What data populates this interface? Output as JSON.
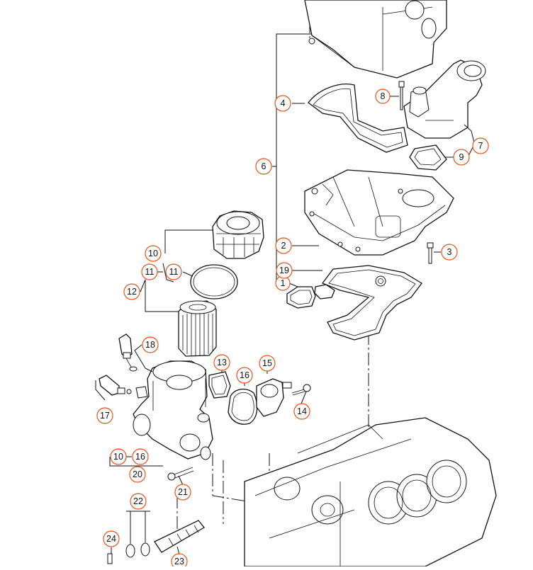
{
  "diagram": {
    "accent_color": "#e8531c",
    "callouts": [
      "1",
      "2",
      "3",
      "4",
      "6",
      "7",
      "8",
      "9",
      "10",
      "11",
      "11",
      "12",
      "13",
      "14",
      "15",
      "16",
      "17",
      "18",
      "19",
      "10",
      "16",
      "20",
      "21",
      "22",
      "23",
      "24"
    ]
  }
}
